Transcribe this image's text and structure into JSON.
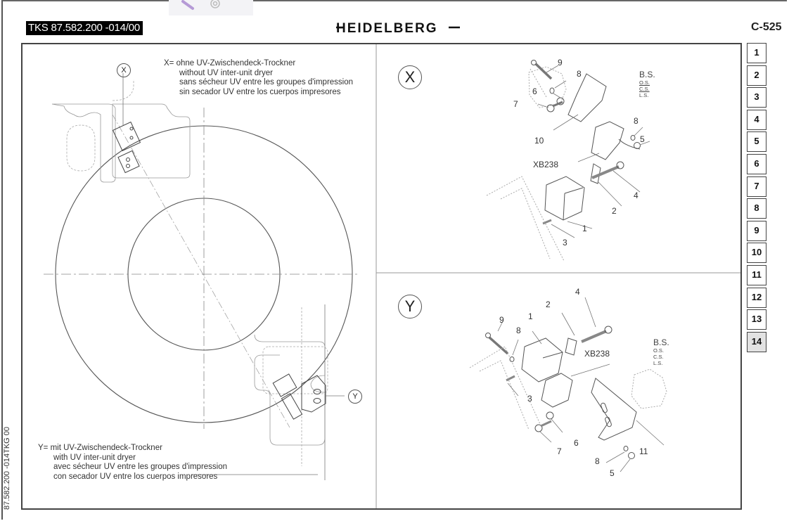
{
  "header": {
    "doc_id": "TKS 87.582.200 -014/00",
    "logo": "HEIDELBERG",
    "page_code": "C-525"
  },
  "toolbar_icons": [
    "search-icon",
    "gear-icon"
  ],
  "side_code": "87.582.200 -014TKG 00",
  "legend_x": {
    "lines": [
      "X= ohne UV-Zwischendeck-Trockner",
      "without UV inter-unit dryer",
      "sans sécheur UV entre les groupes d'impression",
      "sin secador UV entre los cuerpos impresores"
    ]
  },
  "legend_y": {
    "lines": [
      "Y= mit UV-Zwischendeck-Trockner",
      "with UV inter-unit dryer",
      "avec sécheur UV entre les groupes d'impression",
      "con secador UV entre los cuerpos impresores"
    ]
  },
  "overview": {
    "marker_x": "X",
    "marker_y": "Y"
  },
  "view_x": {
    "label": "X",
    "callouts": {
      "c9": "9",
      "c8a": "8",
      "c6": "6",
      "c7": "7",
      "c10": "10",
      "c8b": "8",
      "c5": "5",
      "xb": "XB238",
      "c4": "4",
      "c2": "2",
      "c1": "1",
      "c3": "3"
    },
    "bs": {
      "main": "B.S.",
      "os": "O.S.",
      "cs": "C.S.",
      "ls": "L.S."
    }
  },
  "view_y": {
    "label": "Y",
    "callouts": {
      "c4": "4",
      "c2": "2",
      "c1": "1",
      "c9": "9",
      "c8a": "8",
      "xb": "XB238",
      "c3": "3",
      "c6": "6",
      "c7": "7",
      "c11": "11",
      "c8b": "8",
      "c5": "5"
    },
    "bs": {
      "main": "B.S.",
      "os": "O.S.",
      "cs": "C.S.",
      "ls": "L.S."
    }
  },
  "tabs": {
    "items": [
      "1",
      "2",
      "3",
      "4",
      "5",
      "6",
      "7",
      "8",
      "9",
      "10",
      "11",
      "12",
      "13",
      "14"
    ],
    "active": "14"
  },
  "colors": {
    "frame": "#444444",
    "line": "#555555",
    "dashed": "#9a9a9a",
    "active_tab": "#e2e2e2",
    "id_bg": "#000000"
  }
}
